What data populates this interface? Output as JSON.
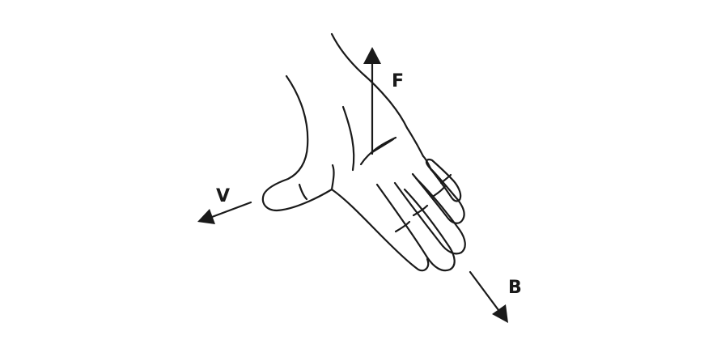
{
  "diagram": {
    "labels": {
      "force": "F",
      "velocity": "V",
      "magnetic_field": "B"
    },
    "colors": {
      "ink": "#1a1a1a",
      "background": "#ffffff"
    }
  }
}
